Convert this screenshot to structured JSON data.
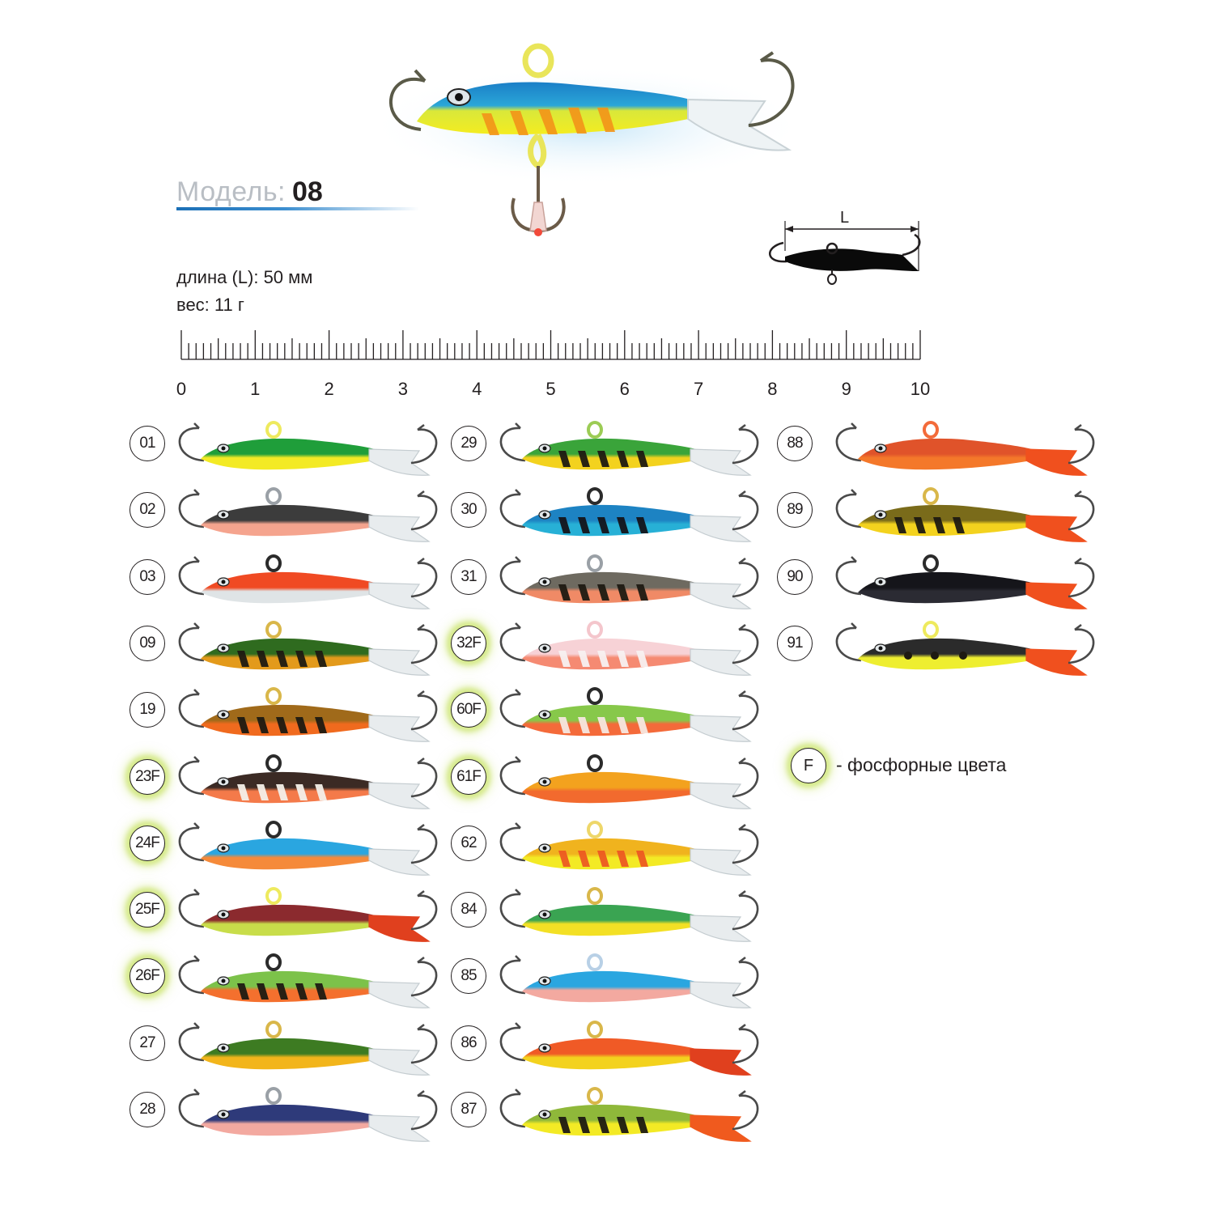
{
  "model": {
    "label": "Модель:",
    "number": "08"
  },
  "specs": {
    "length": "длина (L): 50 мм",
    "weight": "вес: 11 г"
  },
  "diagram": {
    "dimension_label": "L"
  },
  "ruler": {
    "labels": [
      "0",
      "1",
      "2",
      "3",
      "4",
      "5",
      "6",
      "7",
      "8",
      "9",
      "10"
    ]
  },
  "legend": {
    "badge": "F",
    "text": "- фосфорные цвета"
  },
  "hero_colors": {
    "top": "#1a87c9",
    "belly": "#f2ea1e",
    "stripes": "#f39419",
    "tail": "#e7eef2"
  },
  "colors": {
    "hook": "#4a4a4a",
    "glow": "#d6ea8c",
    "title_gray": "#b9bec4",
    "accent_blue": "#1b6fb6"
  },
  "lures": [
    {
      "code": "01",
      "glow": false,
      "loop": "#eeea5e",
      "top": "#1f9e3a",
      "belly": "#f3ea25",
      "stripe_color": "",
      "stripes": 0,
      "dots": false,
      "tail": "#e8ecee",
      "fill": false
    },
    {
      "code": "02",
      "glow": false,
      "loop": "#9aa0a6",
      "top": "#3c3c3c",
      "belly": "#f5a48e",
      "stripe_color": "",
      "stripes": 0,
      "dots": false,
      "tail": "#e8ecee",
      "fill": false
    },
    {
      "code": "03",
      "glow": false,
      "loop": "#2b2b2b",
      "top": "#f04a23",
      "belly": "#dfe4e6",
      "stripe_color": "",
      "stripes": 0,
      "dots": false,
      "tail": "#e8ecee",
      "fill": false
    },
    {
      "code": "09",
      "glow": false,
      "loop": "#d9b74a",
      "top": "#2f6b1f",
      "belly": "#e39a1b",
      "stripe_color": "#1e1a12",
      "stripes": 5,
      "dots": false,
      "tail": "#e8ecee",
      "fill": false
    },
    {
      "code": "19",
      "glow": false,
      "loop": "#d9b74a",
      "top": "#a06a1a",
      "belly": "#f06a1e",
      "stripe_color": "#1e1a12",
      "stripes": 5,
      "dots": false,
      "tail": "#e8ecee",
      "fill": false
    },
    {
      "code": "23F",
      "glow": true,
      "loop": "#2b2b2b",
      "top": "#3b2a24",
      "belly": "#f47a4a",
      "stripe_color": "#f3efe8",
      "stripes": 5,
      "dots": false,
      "tail": "#e8ecee",
      "fill": false
    },
    {
      "code": "24F",
      "glow": true,
      "loop": "#2b2b2b",
      "top": "#2aa6e0",
      "belly": "#f58a3a",
      "stripe_color": "",
      "stripes": 0,
      "dots": false,
      "tail": "#e8ecee",
      "fill": false
    },
    {
      "code": "25F",
      "glow": true,
      "loop": "#eeea5e",
      "top": "#8b2a2e",
      "belly": "#c8dd4a",
      "stripe_color": "",
      "stripes": 0,
      "dots": false,
      "tail": "#e0401e",
      "fill": true
    },
    {
      "code": "26F",
      "glow": true,
      "loop": "#2b2b2b",
      "top": "#7cc24a",
      "belly": "#f4702e",
      "stripe_color": "#1e1a12",
      "stripes": 5,
      "dots": false,
      "tail": "#e8ecee",
      "fill": false
    },
    {
      "code": "27",
      "glow": false,
      "loop": "#d9b74a",
      "top": "#3d7b22",
      "belly": "#f2b51b",
      "stripe_color": "",
      "stripes": 0,
      "dots": false,
      "tail": "#e8ecee",
      "fill": false
    },
    {
      "code": "28",
      "glow": false,
      "loop": "#9aa0a6",
      "top": "#2e3a7a",
      "belly": "#f3a9a0",
      "stripe_color": "",
      "stripes": 0,
      "dots": false,
      "tail": "#e8ecee",
      "fill": false
    },
    {
      "code": "29",
      "glow": false,
      "loop": "#9ccc55",
      "top": "#3aa43a",
      "belly": "#f3d21e",
      "stripe_color": "#1e1a12",
      "stripes": 5,
      "dots": false,
      "tail": "#e8ecee",
      "fill": false
    },
    {
      "code": "30",
      "glow": false,
      "loop": "#2b2b2b",
      "top": "#1d83c3",
      "belly": "#27b0d6",
      "stripe_color": "#14141a",
      "stripes": 5,
      "dots": false,
      "tail": "#e8ecee",
      "fill": false
    },
    {
      "code": "31",
      "glow": false,
      "loop": "#9aa0a6",
      "top": "#6e6a60",
      "belly": "#f08a66",
      "stripe_color": "#1e1a12",
      "stripes": 5,
      "dots": false,
      "tail": "#e8ecee",
      "fill": false
    },
    {
      "code": "32F",
      "glow": true,
      "loop": "#f4c6cc",
      "top": "#f7d2d6",
      "belly": "#f58a72",
      "stripe_color": "#f7f0f0",
      "stripes": 5,
      "dots": false,
      "tail": "#e8ecee",
      "fill": false
    },
    {
      "code": "60F",
      "glow": true,
      "loop": "#2b2b2b",
      "top": "#87c84a",
      "belly": "#f46a3a",
      "stripe_color": "#f6e7df",
      "stripes": 5,
      "dots": false,
      "tail": "#e8ecee",
      "fill": false
    },
    {
      "code": "61F",
      "glow": true,
      "loop": "#2b2b2b",
      "top": "#f3a21e",
      "belly": "#f26a2e",
      "stripe_color": "",
      "stripes": 0,
      "dots": false,
      "tail": "#e8ecee",
      "fill": false
    },
    {
      "code": "62",
      "glow": false,
      "loop": "#eed76a",
      "top": "#f0b31e",
      "belly": "#f3ea25",
      "stripe_color": "#ec5a22",
      "stripes": 5,
      "dots": false,
      "tail": "#e8ecee",
      "fill": false
    },
    {
      "code": "84",
      "glow": false,
      "loop": "#d9b74a",
      "top": "#3aa452",
      "belly": "#f3e025",
      "stripe_color": "",
      "stripes": 0,
      "dots": false,
      "tail": "#e8ecee",
      "fill": false
    },
    {
      "code": "85",
      "glow": false,
      "loop": "#b8d0e6",
      "top": "#2aa6e0",
      "belly": "#f3a9a0",
      "stripe_color": "",
      "stripes": 0,
      "dots": false,
      "tail": "#e8ecee",
      "fill": false
    },
    {
      "code": "86",
      "glow": false,
      "loop": "#d9b74a",
      "top": "#f05a26",
      "belly": "#f3d21e",
      "stripe_color": "",
      "stripes": 0,
      "dots": false,
      "tail": "#e0401e",
      "fill": true
    },
    {
      "code": "87",
      "glow": false,
      "loop": "#d9b74a",
      "top": "#8fb83a",
      "belly": "#f3ea25",
      "stripe_color": "#1e1a12",
      "stripes": 5,
      "dots": false,
      "tail": "#f05a1e",
      "fill": true
    },
    {
      "code": "88",
      "glow": false,
      "loop": "#f36b3a",
      "top": "#e0532a",
      "belly": "#f4782a",
      "stripe_color": "",
      "stripes": 0,
      "dots": false,
      "tail": "#f0501e",
      "fill": true
    },
    {
      "code": "89",
      "glow": false,
      "loop": "#d9b74a",
      "top": "#7a6b1a",
      "belly": "#f3d21e",
      "stripe_color": "#1e1a12",
      "stripes": 4,
      "dots": false,
      "tail": "#f0501e",
      "fill": true
    },
    {
      "code": "90",
      "glow": false,
      "loop": "#2b2b2b",
      "top": "#15151a",
      "belly": "#2b2b33",
      "stripe_color": "",
      "stripes": 0,
      "dots": false,
      "tail": "#f0501e",
      "fill": true
    },
    {
      "code": "91",
      "glow": false,
      "loop": "#eeea5e",
      "top": "#2b2b2b",
      "belly": "#eeee30",
      "stripe_color": "#1e1a12",
      "stripes": 0,
      "dots": true,
      "tail": "#f0501e",
      "fill": true
    }
  ]
}
